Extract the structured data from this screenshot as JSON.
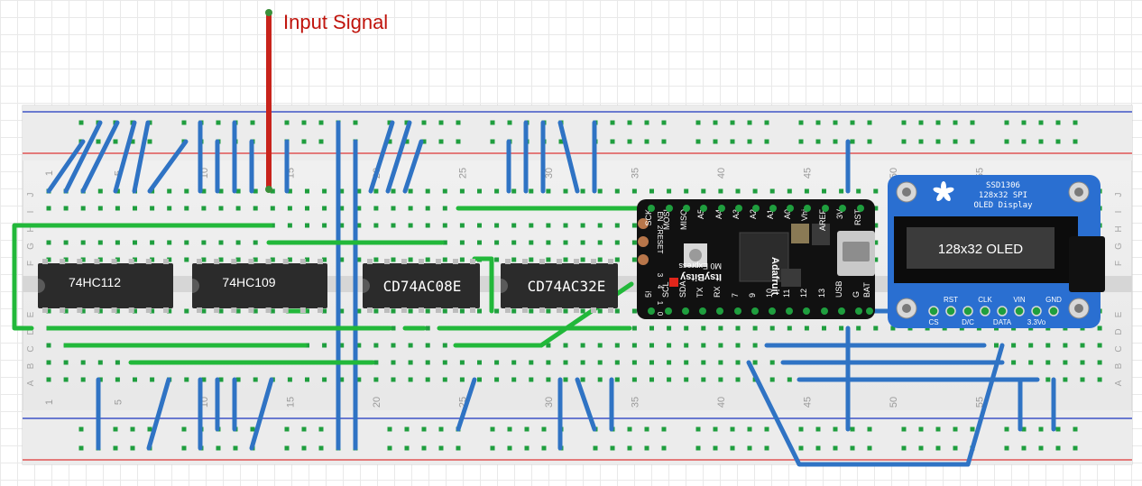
{
  "signal": {
    "label": "Input Signal",
    "color": "#c0140c"
  },
  "breadboard": {
    "column_numbers": [
      "1",
      "5",
      "10",
      "15",
      "20",
      "25",
      "30",
      "35",
      "40",
      "45",
      "50",
      "55"
    ],
    "row_letters_top": [
      "J",
      "I",
      "H",
      "G",
      "F"
    ],
    "row_letters_bottom": [
      "E",
      "D",
      "C",
      "B",
      "A"
    ]
  },
  "chips": [
    {
      "label": "74HC112"
    },
    {
      "label": "74HC109"
    },
    {
      "label": "CD74AC08E"
    },
    {
      "label": "CD74AC32E"
    }
  ],
  "mcu": {
    "brand": "Adafruit",
    "model": "ItsyBitsy",
    "variant": "M0 Express",
    "top_pins": [
      "SCK",
      "MOSI",
      "MISO",
      "A5",
      "A4",
      "A3",
      "A2",
      "A1",
      "A0",
      "Vhi",
      "AREF",
      "3V",
      "RST"
    ],
    "bottom_pins": [
      "5!",
      "SCL",
      "SDA",
      "TX",
      "RX",
      "7",
      "9",
      "10",
      "11",
      "12",
      "13",
      "USB",
      "G",
      "BAT"
    ],
    "side_pins": [
      "EN",
      "2",
      "RESET",
      "3",
      "4",
      "1",
      "0"
    ]
  },
  "oled": {
    "title_line1": "SSD1306",
    "title_line2": "128x32 SPI",
    "title_line3": "OLED Display",
    "screen_text": "128x32 OLED",
    "pins_top": [
      "RST",
      "CLK",
      "VIN",
      "GND"
    ],
    "pins_bottom": [
      "CS",
      "D/C",
      "DATA",
      "3.3Vo"
    ]
  },
  "colors": {
    "wire_blue": "#2f73c4",
    "wire_green": "#22b83a",
    "wire_red": "#c8231b",
    "rail_red": "#e05555",
    "rail_blue": "#3f54c6",
    "hole": "#1f9e3e",
    "chip": "#2b2b2b",
    "oled_pcb": "#2a6fd1"
  }
}
